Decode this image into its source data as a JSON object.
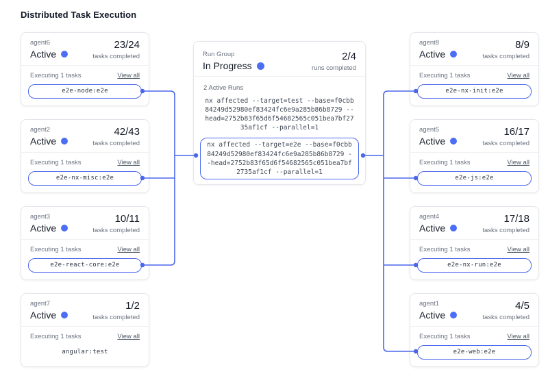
{
  "title": "Distributed Task Execution",
  "colors": {
    "accent": "#4a67ec",
    "status_dot": "#4c6ef5",
    "card_border": "#e4e7ec",
    "text_dark": "#141a26",
    "text_gray": "#6b7280"
  },
  "labels": {
    "active": "Active",
    "tasks_completed": "tasks completed",
    "executing": "Executing 1 tasks",
    "view_all": "View all",
    "runs_completed": "runs completed"
  },
  "run_group": {
    "label": "Run Group",
    "status": "In Progress",
    "count": "2/4",
    "active_runs": "2 Active Runs",
    "commands": [
      {
        "text": "nx affected --target=test --base=f0cbb84249d52980ef83424fc6e9a285b86b8729 --head=2752b83f65d6f54682565c051bea7bf2735af1cf --parallel=1",
        "highlighted": false
      },
      {
        "text": "nx affected --target=e2e --base=f0cbb84249d52980ef83424fc6e9a285b86b8729 --head=2752b83f65d6f54682565c051bea7bf2735af1cf --parallel=1",
        "highlighted": true
      }
    ]
  },
  "agents": {
    "left": [
      {
        "name": "agent6",
        "count": "23/24",
        "task": "e2e-node:e2e",
        "linked": true
      },
      {
        "name": "agent2",
        "count": "42/43",
        "task": "e2e-nx-misc:e2e",
        "linked": true
      },
      {
        "name": "agent3",
        "count": "10/11",
        "task": "e2e-react-core:e2e",
        "linked": true
      },
      {
        "name": "agent7",
        "count": "1/2",
        "task": "angular:test",
        "linked": false
      }
    ],
    "right": [
      {
        "name": "agent8",
        "count": "8/9",
        "task": "e2e-nx-init:e2e",
        "linked": true
      },
      {
        "name": "agent5",
        "count": "16/17",
        "task": "e2e-js:e2e",
        "linked": true
      },
      {
        "name": "agent4",
        "count": "17/18",
        "task": "e2e-nx-run:e2e",
        "linked": true
      },
      {
        "name": "agent1",
        "count": "4/5",
        "task": "e2e-web:e2e",
        "linked": true
      }
    ]
  }
}
